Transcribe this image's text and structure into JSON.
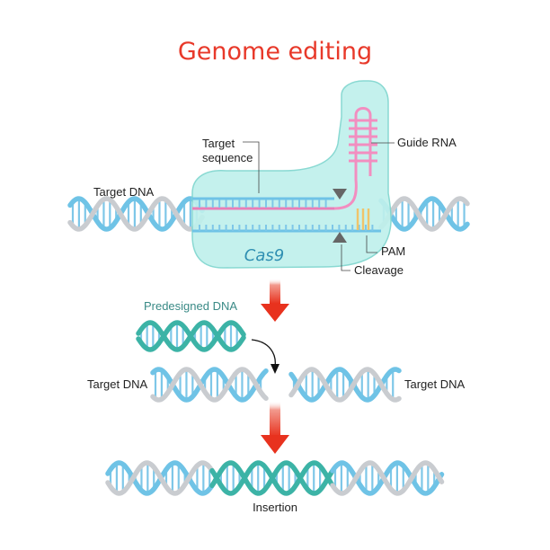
{
  "title": "Genome editing",
  "labels": {
    "target_dna_top": "Target DNA",
    "target_sequence_line1": "Target",
    "target_sequence_line2": "sequence",
    "guide_rna": "Guide RNA",
    "cas9": "Cas9",
    "pam": "PAM",
    "cleavage": "Cleavage",
    "predesigned_dna": "Predesigned DNA",
    "target_dna_left": "Target DNA",
    "target_dna_right": "Target DNA",
    "insertion": "Insertion"
  },
  "colors": {
    "title": "#e8392a",
    "arrow": "#e8321e",
    "strand_gray": "#c9ccd0",
    "strand_blue": "#6fc3e6",
    "strand_teal": "#3cb3a6",
    "rungs": "#7ec7e8",
    "cas9_fill": "#bff0ec",
    "cas9_stroke": "#7fd6cf",
    "guide_rna": "#f28ec0",
    "target_strand": "#e87fb8",
    "pam": "#f0c46a",
    "cas9_text": "#2f8fb2",
    "predesigned_text": "#3a8a86",
    "cleavage_marker": "#666666"
  }
}
